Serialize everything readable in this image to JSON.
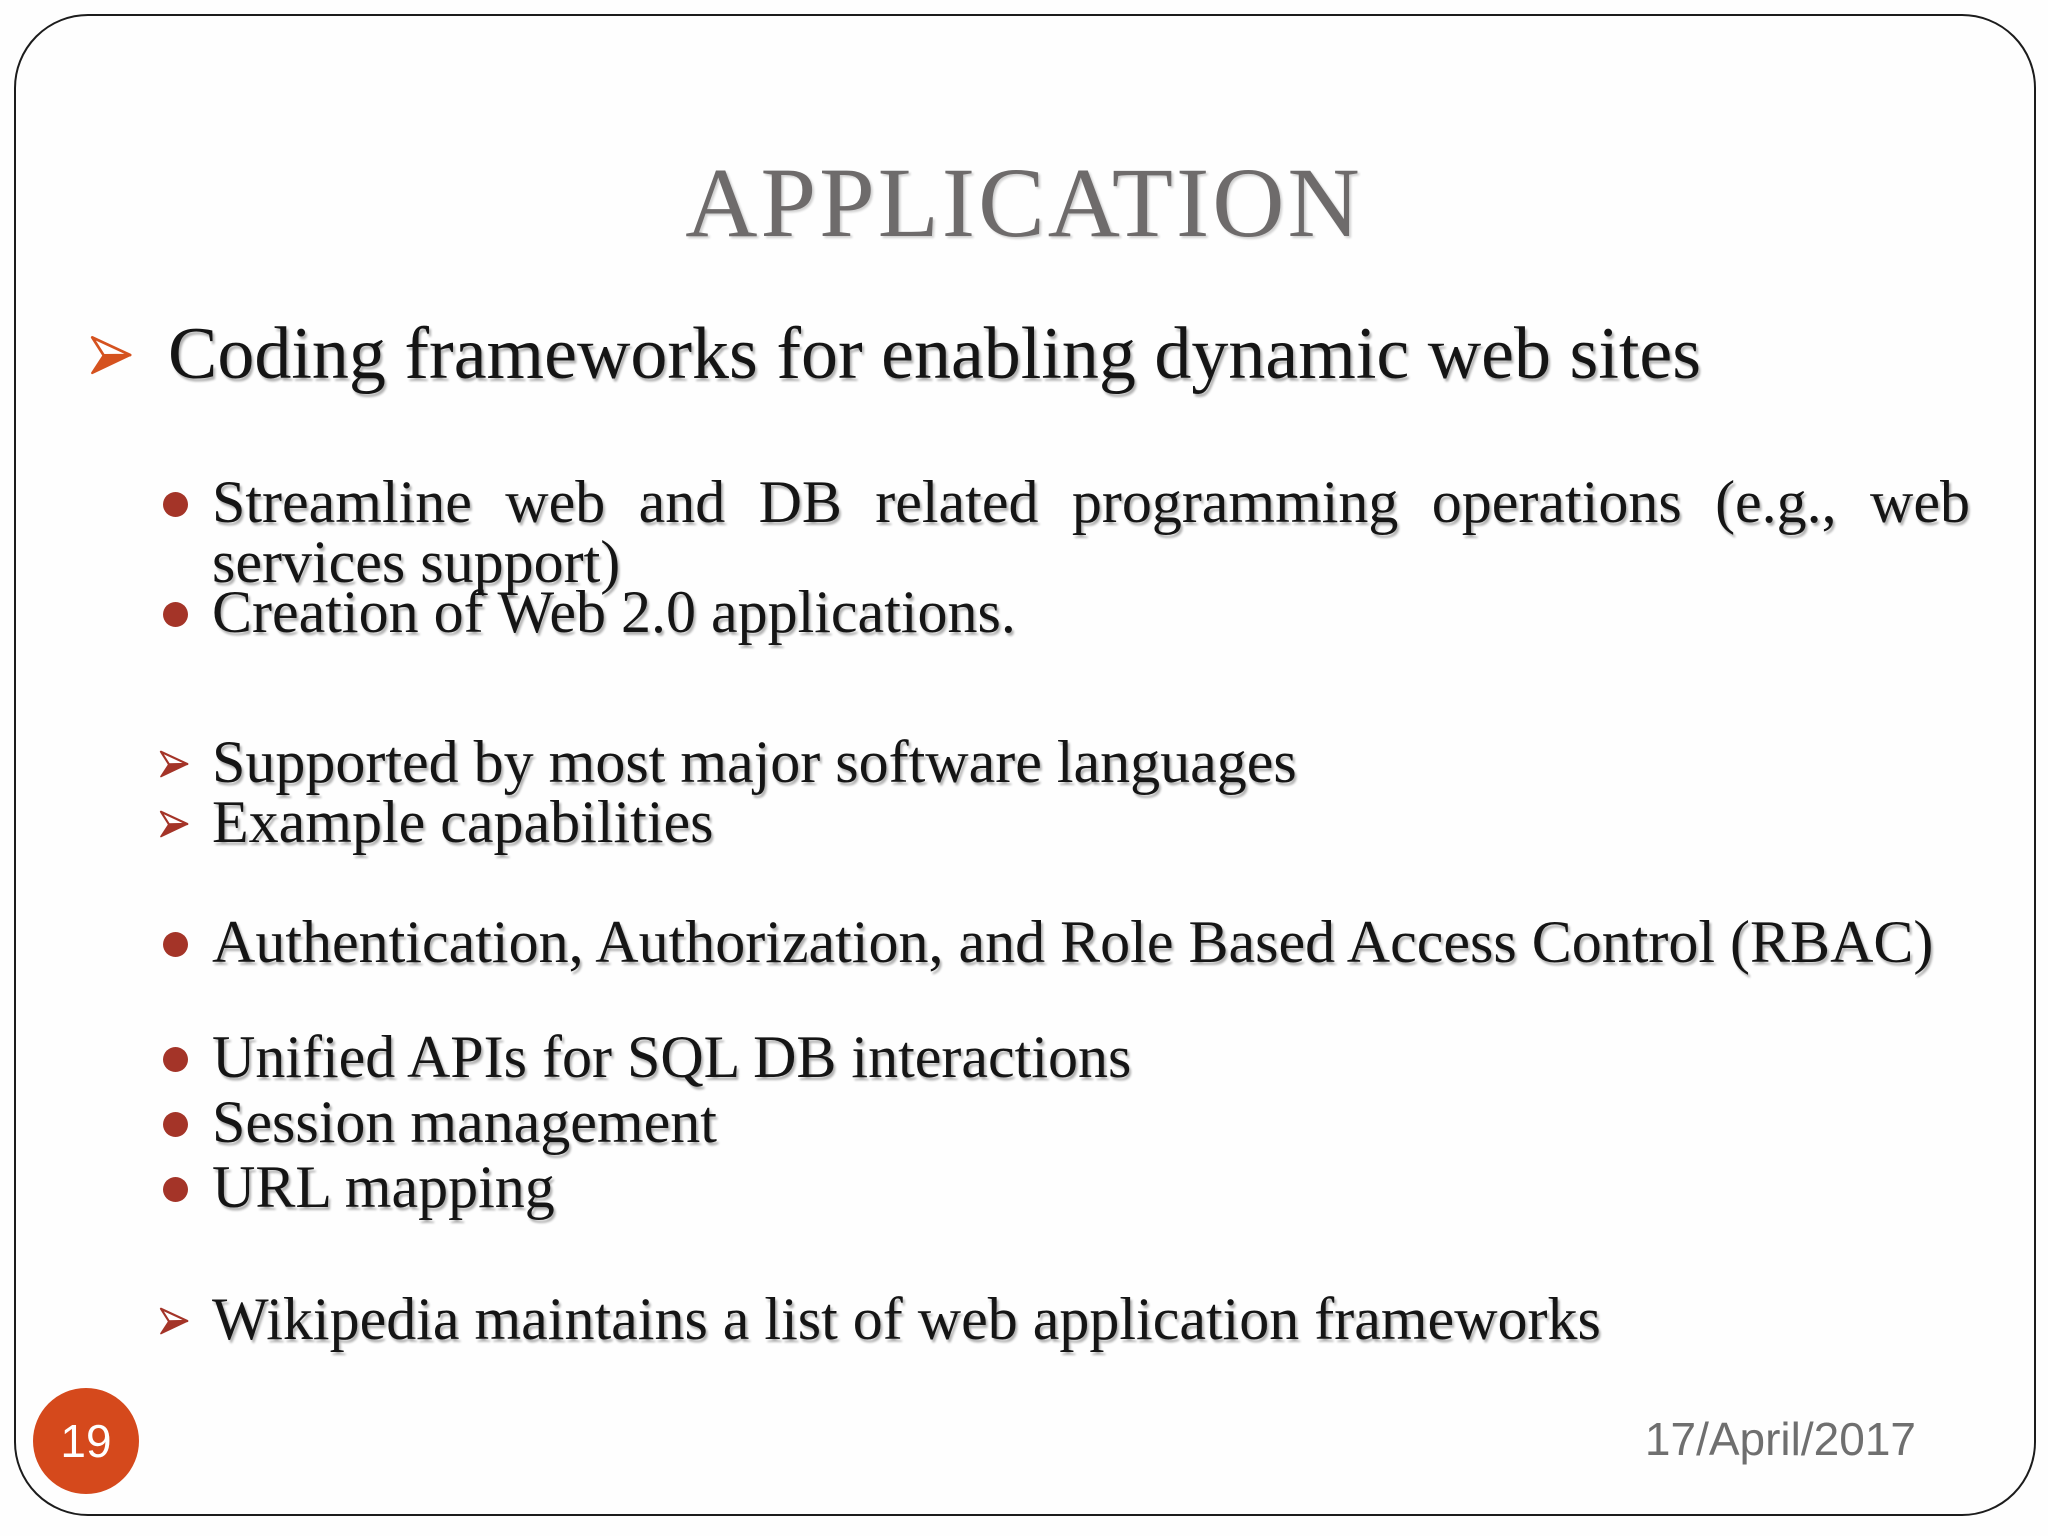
{
  "slide": {
    "title": "APPLICATION",
    "footer": {
      "page_number": "19",
      "date": "17/April/2017"
    },
    "colors": {
      "title_gray": "#6e6b6b",
      "body_text": "#151515",
      "level1_arrow_orange": "#d5521f",
      "sub_bullet_red": "#a43428",
      "page_circle_orange": "#d5491c",
      "date_gray": "#6f6f6f"
    },
    "icons": {
      "level1": "3d-arrowhead-right-icon",
      "level2": "3d-arrowhead-right-icon",
      "level3": "round-dot-bullet"
    },
    "content": {
      "items": [
        {
          "level": 1,
          "marker": "arrow",
          "text": "Coding frameworks for enabling dynamic web sites"
        },
        {
          "level": 3,
          "marker": "dot",
          "justified": true,
          "text": "Streamline web and DB related programming operations (e.g., web services support)"
        },
        {
          "level": 3,
          "marker": "dot",
          "text": "Creation of Web 2.0 applications."
        },
        {
          "level": 2,
          "marker": "arrow",
          "text": "Supported by most major software languages"
        },
        {
          "level": 2,
          "marker": "arrow",
          "text": "Example capabilities"
        },
        {
          "level": 3,
          "marker": "dot",
          "justified": true,
          "text": "Authentication, Authorization, and Role Based Access Control (RBAC)"
        },
        {
          "level": 3,
          "marker": "dot",
          "text": "Unified APIs for SQL DB interactions"
        },
        {
          "level": 3,
          "marker": "dot",
          "text": "Session management"
        },
        {
          "level": 3,
          "marker": "dot",
          "text": "URL mapping"
        },
        {
          "level": 2,
          "marker": "arrow",
          "text": "Wikipedia maintains a list of web application frameworks"
        }
      ]
    }
  }
}
